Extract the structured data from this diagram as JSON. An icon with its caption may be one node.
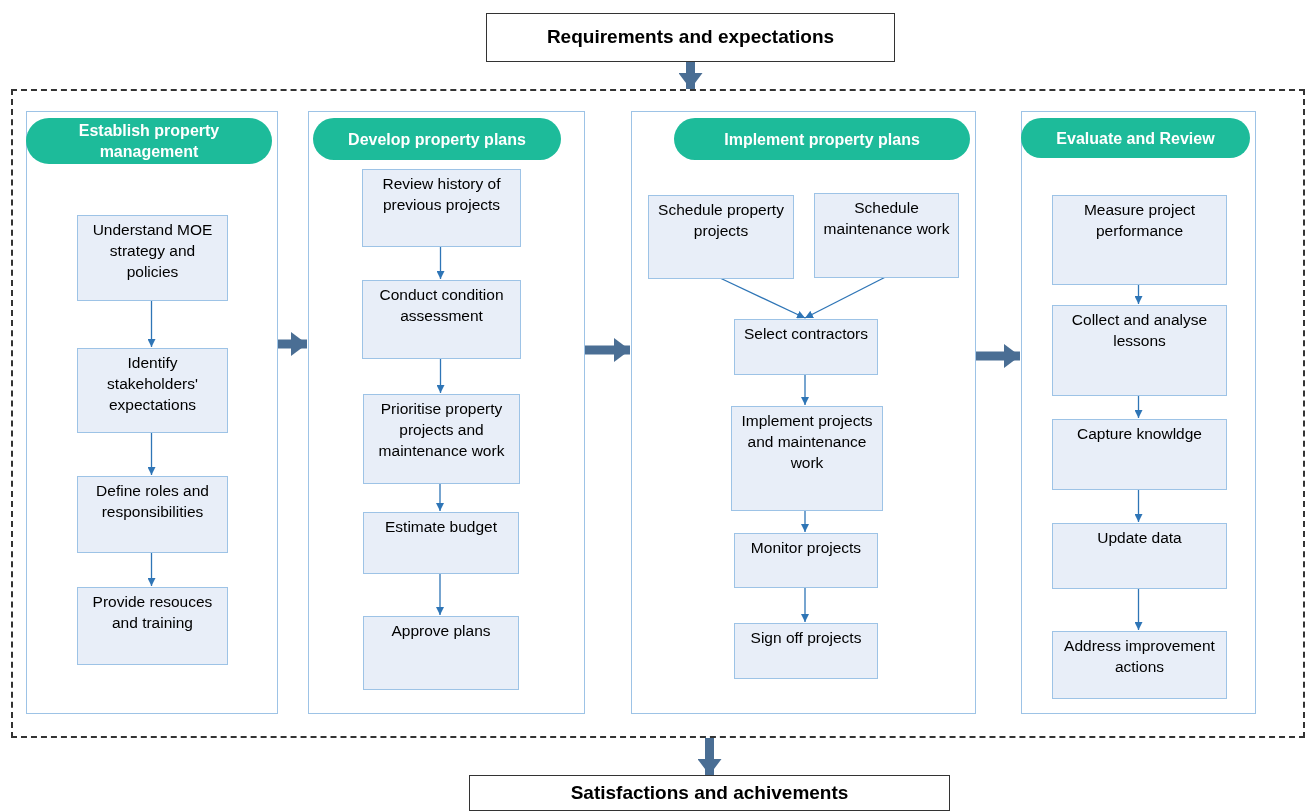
{
  "diagram": {
    "nodes": [
      {
        "text": [
          "Requirements and expectations"
        ]
      },
      {
        "text": [],
        "shape": "box"
      },
      {
        "text": [],
        "shape": "box",
        "in": 1
      },
      {
        "text": [
          "Establish property management"
        ],
        "in": 2
      },
      {
        "text": [
          "Understand MOE strategy and policies"
        ],
        "in": 2
      },
      {
        "text": [
          "Identify stakeholders' expectations"
        ],
        "in": 2
      },
      {
        "text": [
          "Define roles and responsibilities"
        ],
        "in": 2
      },
      {
        "text": [
          "Provide resouces and training"
        ],
        "in": 2
      },
      {
        "text": [],
        "shape": "box",
        "in": 1
      },
      {
        "text": [
          "Develop property plans"
        ],
        "in": 8
      },
      {
        "text": [
          "Review history of previous projects"
        ],
        "in": 8
      },
      {
        "text": [
          "Conduct condition assessment"
        ],
        "in": 8
      },
      {
        "text": [
          "Prioritise property projects and maintenance work"
        ],
        "in": 8
      },
      {
        "text": [
          "Estimate budget"
        ],
        "in": 8
      },
      {
        "text": [
          "Approve plans"
        ],
        "in": 8
      },
      {
        "text": [],
        "shape": "box",
        "in": 1
      },
      {
        "text": [
          "Implement property plans"
        ],
        "in": 15
      },
      {
        "text": [
          "Schedule property projects"
        ],
        "in": 15
      },
      {
        "text": [
          "Schedule maintenance work"
        ],
        "in": 15
      },
      {
        "text": [
          "Select contractors"
        ],
        "in": 15
      },
      {
        "text": [
          "Implement projects and maintenance work"
        ],
        "in": 15
      },
      {
        "text": [
          "Monitor projects"
        ],
        "in": 15
      },
      {
        "text": [
          "Sign off projects"
        ],
        "in": 15
      },
      {
        "text": [],
        "shape": "box",
        "in": 1
      },
      {
        "text": [
          "Evaluate and Review"
        ],
        "in": 23
      },
      {
        "text": [
          "Measure project performance"
        ],
        "in": 23
      },
      {
        "text": [
          "Collect and analyse lessons"
        ],
        "in": 23
      },
      {
        "text": [
          "Capture knowldge"
        ],
        "in": 23
      },
      {
        "text": [
          "Update data"
        ],
        "in": 23
      },
      {
        "text": [
          "Address improvement actions"
        ],
        "in": 23
      },
      {
        "text": [
          "Satisfactions and achivements"
        ]
      }
    ],
    "edges": [
      {
        "from": 0,
        "to": 1,
        "arrow": "to",
        "style": "thick"
      },
      {
        "from": 1,
        "to": 30,
        "arrow": "to",
        "style": "thick"
      },
      {
        "from": 2,
        "to": 8,
        "arrow": "to",
        "style": "thick"
      },
      {
        "from": 8,
        "to": 15,
        "arrow": "to",
        "style": "thick"
      },
      {
        "from": 15,
        "to": 23,
        "arrow": "to",
        "style": "thick"
      },
      {
        "from": 4,
        "to": 5,
        "arrow": "to"
      },
      {
        "from": 5,
        "to": 6,
        "arrow": "to"
      },
      {
        "from": 6,
        "to": 7,
        "arrow": "to"
      },
      {
        "from": 10,
        "to": 11,
        "arrow": "to"
      },
      {
        "from": 11,
        "to": 12,
        "arrow": "to"
      },
      {
        "from": 12,
        "to": 13,
        "arrow": "to"
      },
      {
        "from": 13,
        "to": 14,
        "arrow": "to"
      },
      {
        "from": 17,
        "to": 19,
        "arrow": "to"
      },
      {
        "from": 18,
        "to": 19,
        "arrow": "to"
      },
      {
        "from": 19,
        "to": 20,
        "arrow": "to"
      },
      {
        "from": 20,
        "to": 21,
        "arrow": "to"
      },
      {
        "from": 21,
        "to": 22,
        "arrow": "to"
      },
      {
        "from": 25,
        "to": 26,
        "arrow": "to"
      },
      {
        "from": 26,
        "to": 27,
        "arrow": "to"
      },
      {
        "from": 27,
        "to": 28,
        "arrow": "to"
      },
      {
        "from": 28,
        "to": 29,
        "arrow": "to"
      }
    ]
  }
}
